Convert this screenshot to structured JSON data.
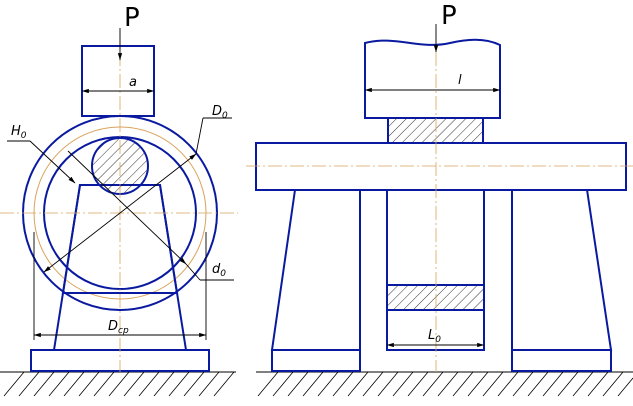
{
  "colors": {
    "ink": "#0a1aa0",
    "axis": "#d9a35c",
    "dim": "#000000"
  },
  "left_view": {
    "force_label": "P",
    "width_label": "a",
    "outer_diameter": {
      "letter": "D",
      "sub": "0"
    },
    "height_label": {
      "letter": "H",
      "sub": "0"
    },
    "inner_diameter": {
      "letter": "d",
      "sub": "0"
    },
    "mean_diameter": {
      "letter": "D",
      "sub": "cp"
    }
  },
  "right_view": {
    "force_label": "P",
    "width_label": "l",
    "span_label": {
      "letter": "L",
      "sub": "0"
    }
  }
}
